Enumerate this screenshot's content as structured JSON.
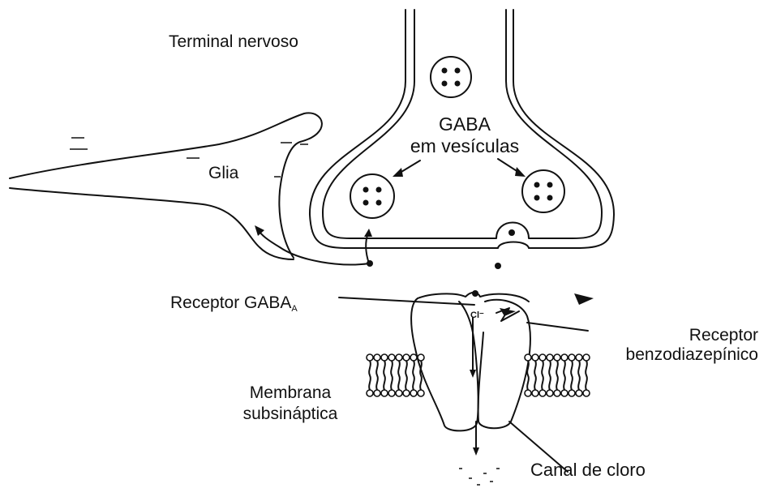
{
  "labels": {
    "terminal": "Terminal nervoso",
    "gaba_line1": "GABA",
    "gaba_line2": "em vesículas",
    "glia": "Glia",
    "receptor_gaba": "Receptor GABA",
    "receptor_gaba_sub": "A",
    "benzo_line1": "Receptor",
    "benzo_line2": "benzodiazepínico",
    "membrana_line1": "Membrana",
    "membrana_line2": "subsináptica",
    "canal": "Canal de cloro",
    "chloride": "Cl⁻"
  },
  "colors": {
    "ink": "#111111",
    "background": "#ffffff"
  }
}
